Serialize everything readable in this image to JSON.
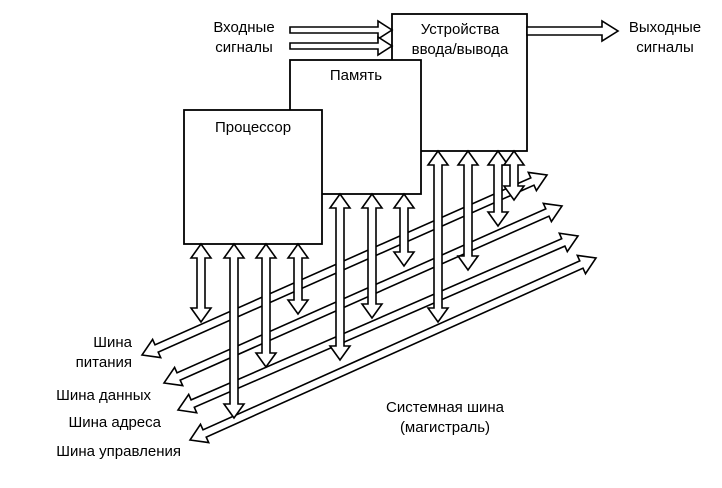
{
  "blocks": {
    "processor": "Процессор",
    "memory": "Память",
    "io_line1": "Устройства",
    "io_line2": "ввода/вывода"
  },
  "signals": {
    "input_line1": "Входные",
    "input_line2": "сигналы",
    "output_line1": "Выходные",
    "output_line2": "сигналы"
  },
  "buses": {
    "power_line1": "Шина",
    "power_line2": "питания",
    "data": "Шина данных",
    "address": "Шина адреса",
    "control": "Шина управления"
  },
  "system_bus": {
    "line1": "Системная шина",
    "line2": "(магистраль)"
  }
}
